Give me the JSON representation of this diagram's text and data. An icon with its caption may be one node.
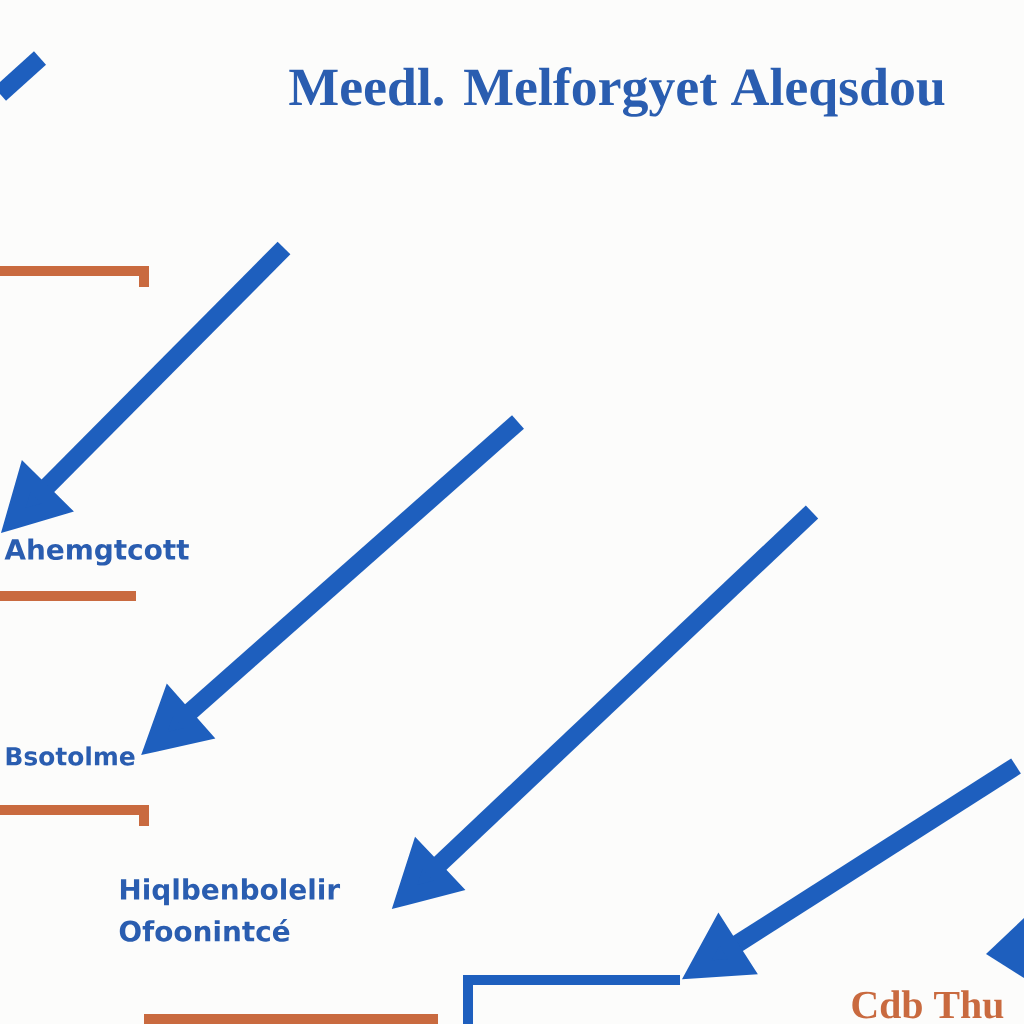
{
  "diagram": {
    "title": "Meedl. Melforgyet Aleqsdou",
    "nodes": [
      {
        "text": [
          "Ahemgtcott"
        ]
      },
      {
        "text": [
          "Bsotolme"
        ]
      },
      {
        "text": [
          "Hiqlbenbolelir Ofoonintcé"
        ]
      },
      {
        "text": [],
        "shape": "box"
      }
    ],
    "edges": [
      {
        "from": null,
        "to": 0,
        "arrow": "to"
      },
      {
        "from": null,
        "to": 1,
        "arrow": "to"
      },
      {
        "from": null,
        "to": 2,
        "arrow": "to"
      },
      {
        "from": null,
        "to": 3,
        "arrow": "to"
      }
    ],
    "labels": [
      "Cdb Thu"
    ]
  }
}
